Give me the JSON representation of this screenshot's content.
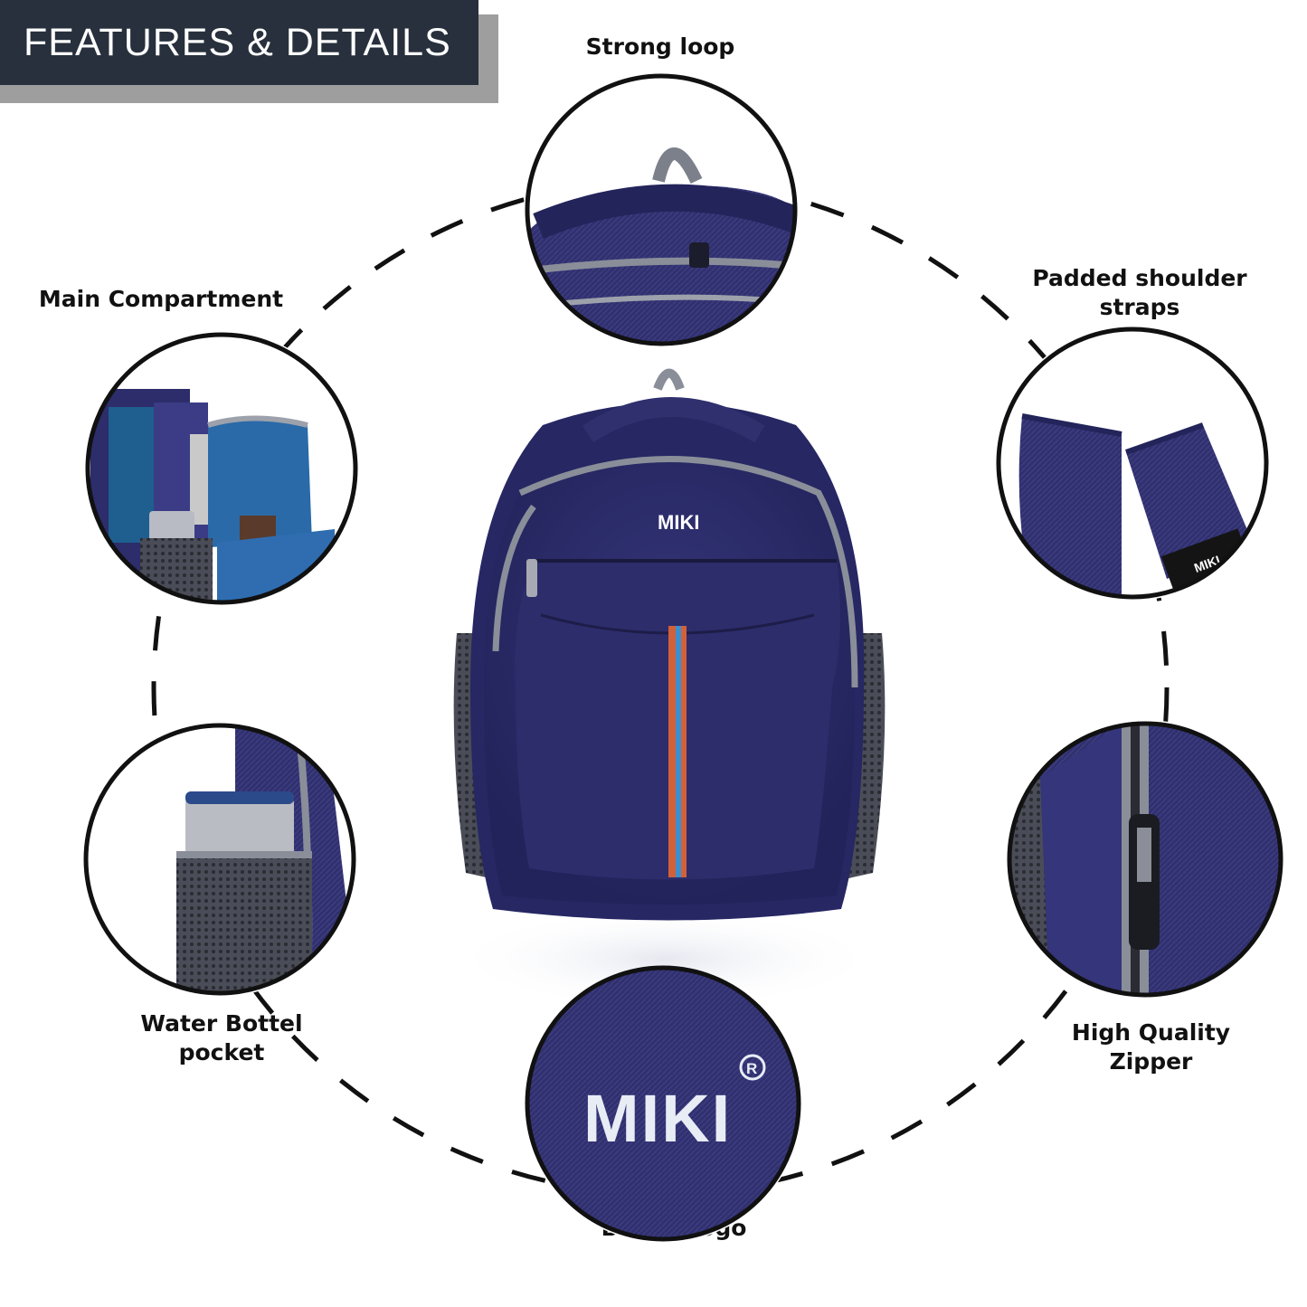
{
  "banner": {
    "title": "FEATURES & DETAILS"
  },
  "features": {
    "strong_loop": [
      "Strong loop"
    ],
    "main_compartment": [
      "Main Compartment"
    ],
    "shoulder_straps": [
      "Padded shoulder",
      "straps"
    ],
    "water_bottle": [
      "Water Bottel",
      "pocket"
    ],
    "zipper": [
      "High Quality",
      "Zipper"
    ],
    "brand_logo": [
      "Brand Logo"
    ]
  },
  "product": {
    "brand_mark": "MIKI",
    "registered": "R"
  },
  "colors": {
    "banner": "#27303c",
    "banner_shadow": "#9e9e9e",
    "bag_navy": "#2e2f6e",
    "trim_grey": "#8a8e99",
    "ring": "#111111"
  }
}
